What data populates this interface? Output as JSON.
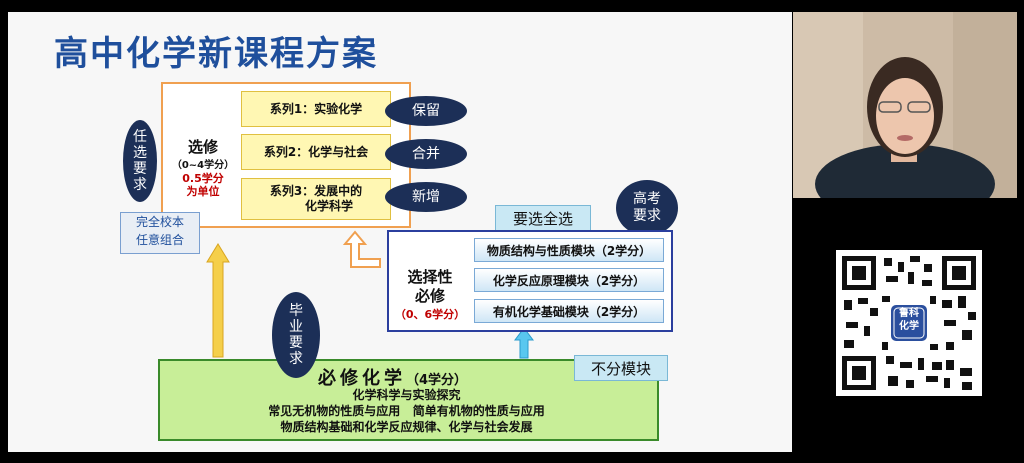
{
  "slide": {
    "title": "高中化学新课程方案",
    "elective": {
      "title": "选修",
      "credits": "（0~4学分）",
      "unit_line1": "0.5学分",
      "unit_line2": "为单位",
      "series": [
        {
          "line1": "系列1：实验化学",
          "line2": ""
        },
        {
          "line1": "系列2：化学与社会",
          "line2": ""
        },
        {
          "line1": "系列3：发展中的",
          "line2": "化学科学"
        }
      ],
      "tags": [
        "保留",
        "合并",
        "新增"
      ],
      "side_oval": [
        "任",
        "选",
        "要",
        "求"
      ],
      "note_line1": "完全校本",
      "note_line2": "任意组合"
    },
    "selective": {
      "title_line1": "选择性",
      "title_line2": "必修",
      "credits": "（0、6学分）",
      "modules": [
        "物质结构与性质模块（2学分）",
        "化学反应原理模块（2学分）",
        "有机化学基础模块（2学分）"
      ],
      "top_label": "要选全选",
      "oval_line1": "高考",
      "oval_line2": "要求"
    },
    "compulsory": {
      "title": "必修化学",
      "credits": "（4学分）",
      "line1": "化学科学与实验探究",
      "line2a": "常见无机物的性质与应用",
      "line2b": "简单有机物的性质与应用",
      "line3": "物质结构基础和化学反应规律、化学与社会发展",
      "side_label": "不分模块",
      "oval": [
        "毕",
        "业",
        "要",
        "求"
      ]
    }
  },
  "qr": {
    "logo_line1": "鲁科",
    "logo_line2": "化学"
  },
  "colors": {
    "title": "#1f4f9c",
    "oval": "#1c2f57",
    "orange_border": "#f0a050",
    "green_fill": "#c8ee98",
    "blue_border": "#2b3f9e"
  }
}
